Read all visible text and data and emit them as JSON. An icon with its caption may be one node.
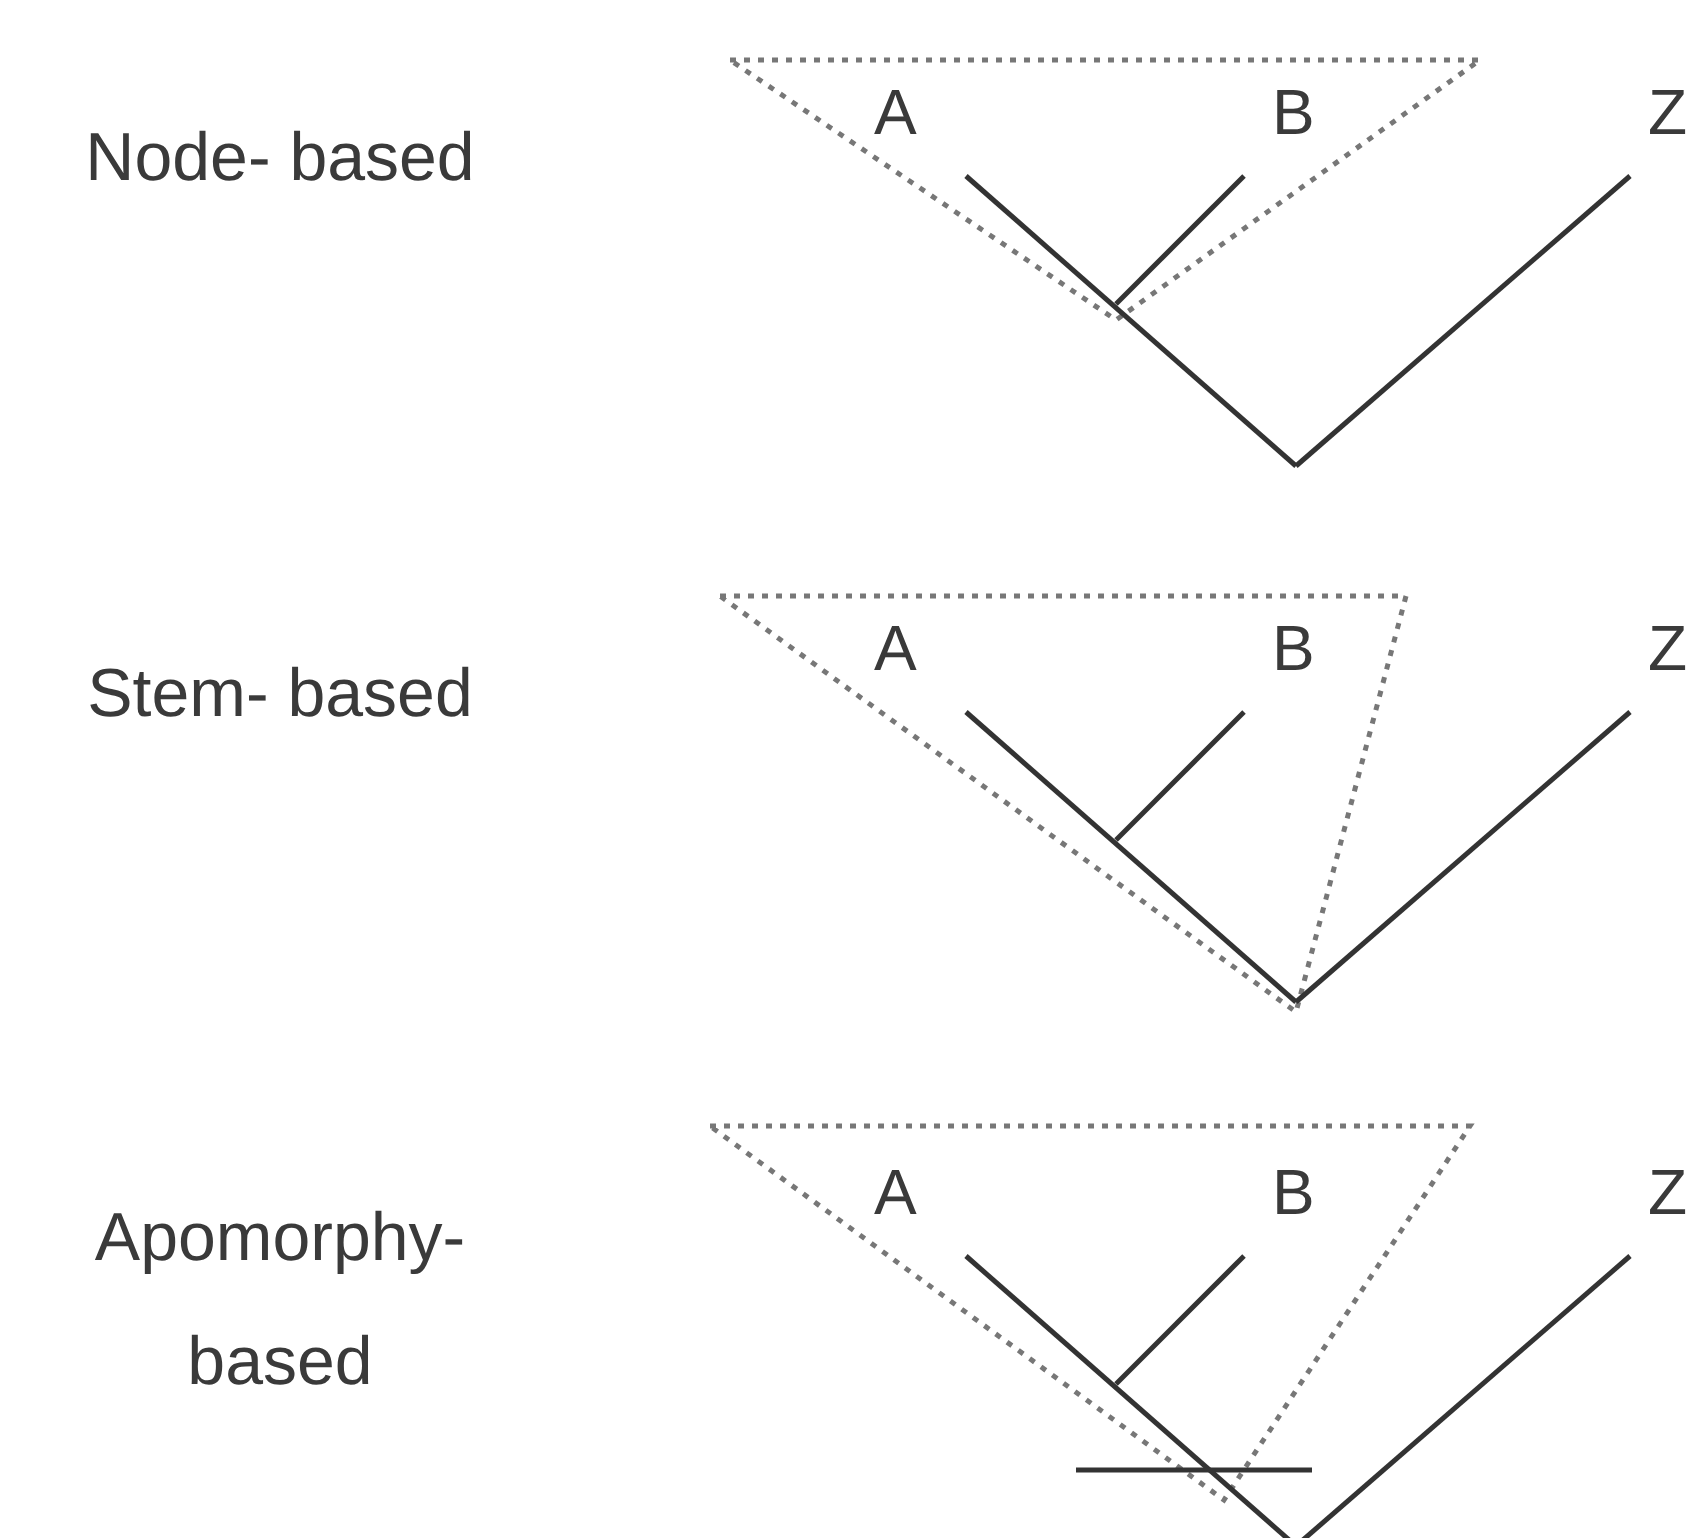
{
  "diagram": {
    "labels": [
      "Node- based",
      "A",
      "B",
      "Z",
      "Stem- based",
      "A",
      "B",
      "Z",
      "Apomorphy- based",
      "A",
      "B",
      "Z"
    ]
  }
}
